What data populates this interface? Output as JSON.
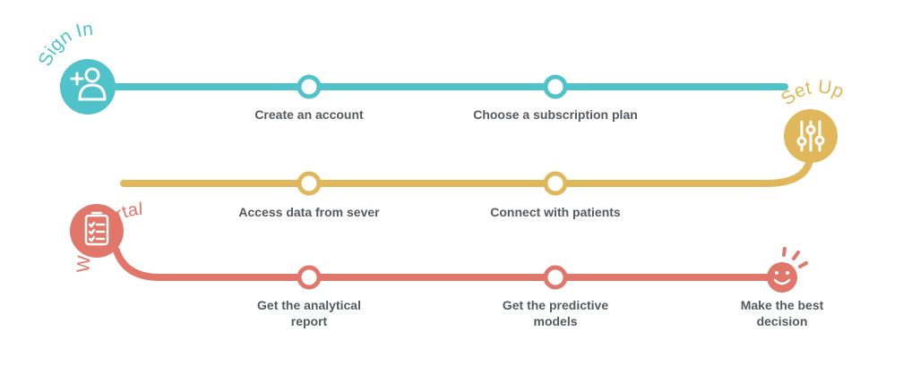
{
  "colors": {
    "teal": "#4fc3c9",
    "gold": "#e0b75a",
    "coral": "#e0776a",
    "text": "#555a5e",
    "background": "#ffffff"
  },
  "stages": [
    {
      "title": "Sign In",
      "icon": "add-user-icon",
      "color": "#4fc3c9",
      "steps": [
        "Create an account",
        "Choose a subscription plan"
      ]
    },
    {
      "title": "Set Up",
      "icon": "sliders-icon",
      "color": "#e0b75a",
      "steps": [
        "Access data from sever",
        "Connect with patients"
      ]
    },
    {
      "title": "Web Portal In Use",
      "icon": "checklist-icon",
      "color": "#e0776a",
      "steps": [
        "Get the analytical\nreport",
        "Get the predictive\nmodels"
      ],
      "end_step": {
        "label": "Make the best\ndecision",
        "icon": "smiley-icon"
      }
    }
  ]
}
